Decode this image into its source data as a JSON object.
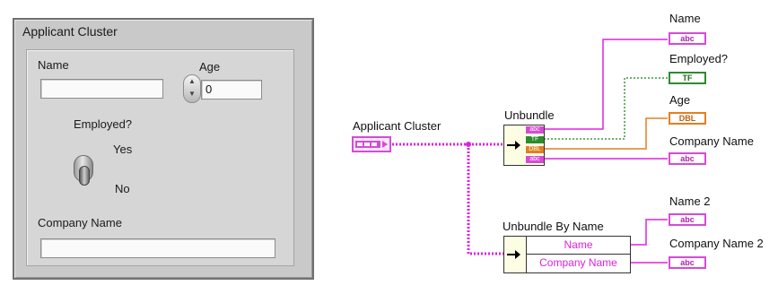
{
  "front_panel": {
    "title": "Applicant Cluster",
    "name_label": "Name",
    "name_value": "",
    "age_label": "Age",
    "age_value": "0",
    "employed_label": "Employed?",
    "employed_on": "Yes",
    "employed_off": "No",
    "company_label": "Company Name",
    "company_value": ""
  },
  "block_diagram": {
    "control_label": "Applicant Cluster",
    "unbundle_label": "Unbundle",
    "unbundle_by_name_label": "Unbundle By Name",
    "unbundle_by_name_rows": [
      "Name",
      "Company Name"
    ],
    "indicators": [
      {
        "label": "Name",
        "type_tag": "abc",
        "color": "#d64bd6"
      },
      {
        "label": "Employed?",
        "type_tag": "TF",
        "color": "#2e8b2e"
      },
      {
        "label": "Age",
        "type_tag": "DBL",
        "color": "#e08020"
      },
      {
        "label": "Company Name",
        "type_tag": "abc",
        "color": "#d64bd6"
      },
      {
        "label": "Name 2",
        "type_tag": "abc",
        "color": "#d64bd6"
      },
      {
        "label": "Company Name 2",
        "type_tag": "abc",
        "color": "#d64bd6"
      }
    ],
    "unbundle_types": [
      "abc",
      "TF",
      "DBL",
      "abc"
    ]
  },
  "colors": {
    "string_wire": "#e020e0",
    "boolean_wire": "#3a9a3a",
    "numeric_wire": "#e08020",
    "cluster_wire": "#e020e0"
  }
}
